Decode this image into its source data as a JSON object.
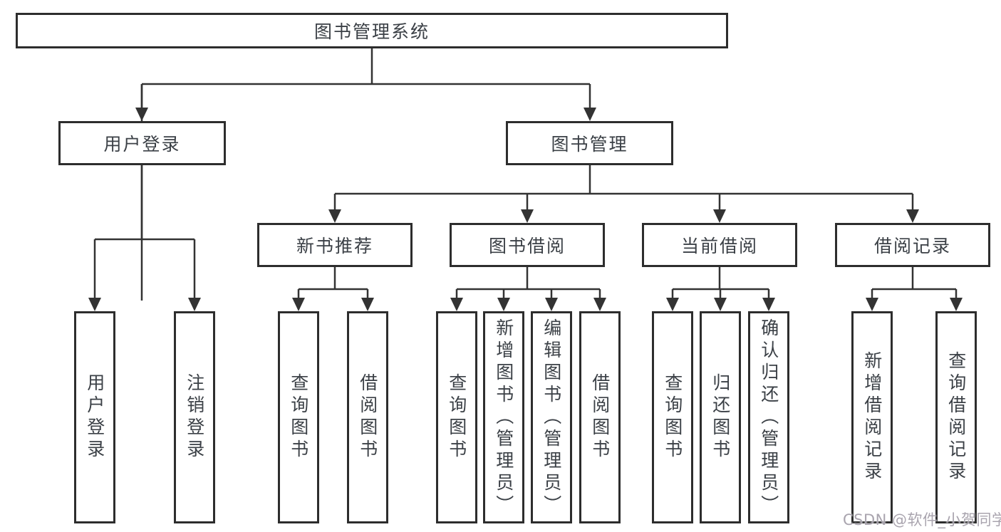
{
  "colors": {
    "background": "#ffffff",
    "box_border": "#2d2d2d",
    "connector_line": "#333333",
    "text": "#3b4046",
    "watermark": "#a49faa"
  },
  "watermark": {
    "text": "CSDN @软件_小贺同学"
  },
  "tree": {
    "label": "图书管理系统",
    "children": [
      {
        "label": "用户登录",
        "children": [
          {
            "label": "用户登录"
          },
          {
            "label": "注销登录"
          }
        ]
      },
      {
        "label": "图书管理",
        "children": [
          {
            "label": "新书推荐",
            "children": [
              {
                "label": "查询图书"
              },
              {
                "label": "借阅图书"
              }
            ]
          },
          {
            "label": "图书借阅",
            "children": [
              {
                "label": "查询图书"
              },
              {
                "label": "新增图书（管理员）"
              },
              {
                "label": "编辑图书（管理员）"
              },
              {
                "label": "借阅图书"
              }
            ]
          },
          {
            "label": "当前借阅",
            "children": [
              {
                "label": "查询图书"
              },
              {
                "label": "归还图书"
              },
              {
                "label": "确认归还（管理员）"
              }
            ]
          },
          {
            "label": "借阅记录",
            "children": [
              {
                "label": "新增借阅记录"
              },
              {
                "label": "查询借阅记录"
              }
            ]
          }
        ]
      }
    ]
  }
}
